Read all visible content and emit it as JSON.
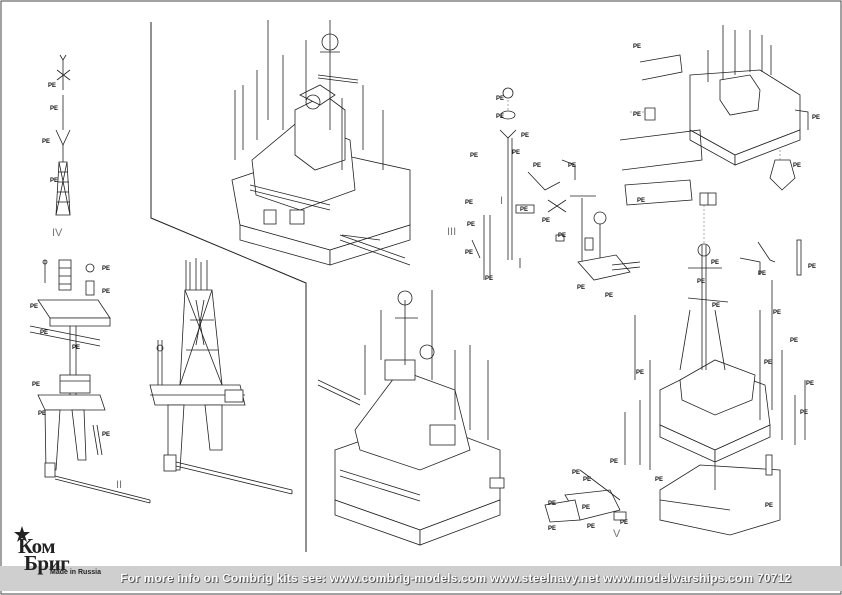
{
  "labels": {
    "pe": "PE"
  },
  "roman_numerals": {
    "i": "I",
    "ii": "II",
    "iii": "III",
    "iv": "IV",
    "v": "V"
  },
  "logo": {
    "line1": "Ком",
    "line2": "Бриг",
    "made_in": "Made in Russia"
  },
  "footer": {
    "text": "For more info on Combrig kits see: www.combrig-models.com www.steelnavy.net  www.modelwarships.com  70712"
  },
  "colors": {
    "line": "#222222",
    "footer_band": "#cfcfcf",
    "roman_gray": "#777777"
  }
}
